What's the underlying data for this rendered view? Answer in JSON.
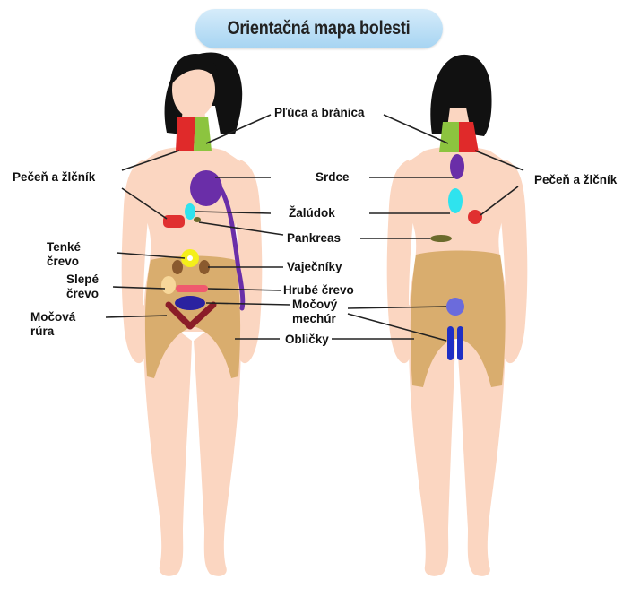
{
  "title": "Orientačná mapa bolesti",
  "labels": {
    "pluca": "Pľúca a bránica",
    "pecen_left": "Pečeň a žlčník",
    "pecen_right": "Pečeň a žlčník",
    "srdce": "Srdce",
    "zaludok": "Žalúdok",
    "pankreas": "Pankreas",
    "tenke": "Tenké\nčrevo",
    "vajecniky": "Vaječníky",
    "slepe": "Slepé\nčrevo",
    "hrube": "Hrubé črevo",
    "mocova": "Močová\nrúra",
    "mechur": "Močový\nmechúr",
    "oblicky": "Obličky"
  },
  "colors": {
    "skin": "#fbd6c1",
    "hair": "#111111",
    "pelvis": "#d9ad6e",
    "lungs_red": "#e02a2a",
    "diaphragm_green": "#8cc43f",
    "heart": "#6a2ea8",
    "stomach": "#2fe3ee",
    "liver": "#e03030",
    "pancreas": "#6b6b2c",
    "small_intestine": "#f4ef1a",
    "ovaries": "#8a5a2e",
    "appendix": "#f7d79a",
    "colon": "#f05a6e",
    "bladder_front": "#2a22a0",
    "bladder_back": "#6b6bdc",
    "urethra": "#8b1c28",
    "kidneys": "#1f2fc4",
    "title_pill": "#b7ddf5"
  }
}
